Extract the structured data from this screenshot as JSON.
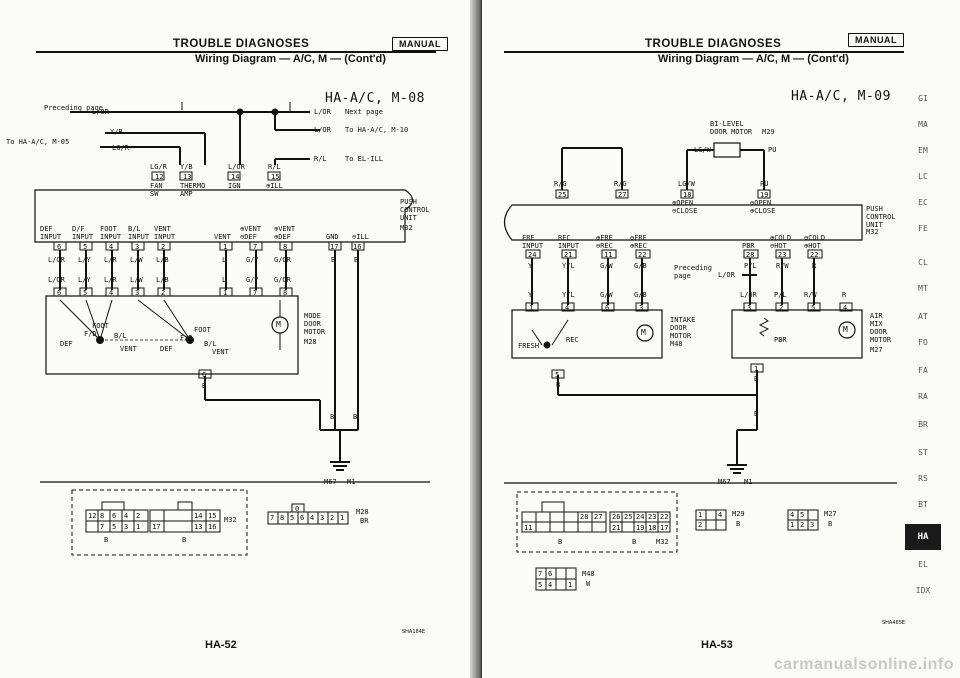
{
  "left": {
    "header": {
      "title": "TROUBLE DIAGNOSES",
      "badge": "MANUAL",
      "subtitle": "Wiring Diagram — A/C, M — (Cont'd)"
    },
    "diagram_id": "HA-A/C, M-08",
    "notes": {
      "preceding": "Preceding page",
      "to_ha05": "To HA-A/C, M-05",
      "next_page": "Next page",
      "to_ha10": "To HA-A/C, M-10",
      "to_ill": "To EL-ILL"
    },
    "wires_top": [
      "L/OR",
      "Y/B",
      "LG/R",
      "L/OR",
      "R/L"
    ],
    "terminals_top": [
      {
        "pin": "12",
        "label": "FAN\nSW"
      },
      {
        "pin": "13",
        "label": "THERMO\nAMP"
      },
      {
        "pin": "14",
        "label": "IGN"
      },
      {
        "pin": "15",
        "label": "⊕ILL"
      }
    ],
    "unit_name": "PUSH\nCONTROL\nUNIT",
    "unit_code": "M32",
    "inputs": [
      {
        "label": "DEF\nINPUT",
        "pin": "6",
        "wire": "L/OR"
      },
      {
        "label": "D/F\nINPUT",
        "pin": "5",
        "wire": "L/Y"
      },
      {
        "label": "FOOT\nINPUT",
        "pin": "4",
        "wire": "L/R"
      },
      {
        "label": "B/L\nINPUT",
        "pin": "3",
        "wire": "L/W"
      },
      {
        "label": "VENT\nINPUT",
        "pin": "2",
        "wire": "L/B"
      }
    ],
    "outputs": [
      {
        "label": "VENT",
        "pin": "1",
        "wire": "L"
      },
      {
        "label": "⊕VENT\n⊖DEF",
        "pin": "7",
        "wire": "G/Y"
      },
      {
        "label": "⊕VENT\n⊕DEF",
        "pin": "8",
        "wire": "G/OR"
      },
      {
        "label": "GND",
        "pin": "17",
        "wire": "B"
      },
      {
        "label": "⊖ILL",
        "pin": "16",
        "wire": "B"
      }
    ],
    "motor_labels": [
      "FOOT",
      "F/D",
      "B/L",
      "DEF",
      "VENT",
      "DEF",
      "FOOT",
      "F/D",
      "B/L",
      "VENT"
    ],
    "motor_name": "MODE\nDOOR\nMOTOR",
    "motor_code": "M28",
    "ground_codes": [
      "M67",
      "M1"
    ],
    "wire_B": "B",
    "connectors": {
      "c1_pins": [
        "12",
        "8",
        "6",
        "4",
        "2",
        "7",
        "5",
        "3",
        "1"
      ],
      "c2_pins": [
        "17",
        "13",
        "14",
        "15",
        "16"
      ],
      "c2_code": "M32",
      "c3_pins": [
        "7",
        "8",
        "5",
        "6",
        "4",
        "3",
        "2",
        "1",
        "0"
      ],
      "c3_code": "M28",
      "c3_color": "BR",
      "c_b1": "B",
      "c_b2": "B"
    },
    "page_number": "HA-52",
    "image_code": "SHA184E"
  },
  "right": {
    "header": {
      "title": "TROUBLE DIAGNOSES",
      "badge": "MANUAL",
      "subtitle": "Wiring Diagram — A/C, M — (Cont'd)"
    },
    "diagram_id": "HA-A/C, M-09",
    "bilevel": "BI-LEVEL\nDOOR MOTOR",
    "bilevel_code": "M29",
    "bilevel_wires": [
      "LG/W",
      "PU"
    ],
    "wires_top": [
      "R/G",
      "R/G",
      "LG/W",
      "PU"
    ],
    "terminals_top": [
      {
        "pin": "25",
        "label": ""
      },
      {
        "pin": "27",
        "label": ""
      },
      {
        "pin": "18",
        "label": "⊕OPEN\n⊖CLOSE"
      },
      {
        "pin": "19",
        "label": "⊖OPEN\n⊕CLOSE"
      }
    ],
    "unit_name": "PUSH\nCONTROL\nUNIT",
    "unit_code": "M32",
    "inputs": [
      {
        "label": "FRE\nINPUT",
        "pin": "24",
        "wire": "Y"
      },
      {
        "label": "REC\nINPUT",
        "pin": "21",
        "wire": "Y/L"
      },
      {
        "label": "⊕FRE\n⊖REC",
        "pin": "11",
        "wire": "G/W"
      },
      {
        "label": "⊖FRE\n⊕REC",
        "pin": "22",
        "wire": "G/B"
      },
      {
        "label": "PBR",
        "pin": "28",
        "wire": "P/L"
      },
      {
        "label": "⊕COLD\n⊖HOT",
        "pin": "23",
        "wire": "R/W"
      },
      {
        "label": "⊖COLD\n⊕HOT",
        "pin": "22",
        "wire": "R"
      }
    ],
    "preceding": "Preceding\npage",
    "preceding_wire": "L/OR",
    "lower_wires": [
      "Y",
      "Y/L",
      "G/W",
      "G/B",
      "L/OR",
      "P/L",
      "R/W",
      "R"
    ],
    "lower_pins_left": [
      "1",
      "4",
      "6",
      "3"
    ],
    "lower_pins_right": [
      "3",
      "2",
      "5",
      "4"
    ],
    "intake_name": "INTAKE\nDOOR\nMOTOR",
    "intake_code": "M48",
    "intake_labels": [
      "FRESH",
      "REC"
    ],
    "airmix_name": "AIR\nMIX\nDOOR\nMOTOR",
    "airmix_code": "M27",
    "pbr": "PBR",
    "ground_pins": [
      "5",
      "1"
    ],
    "ground_codes": [
      "M67",
      "M1"
    ],
    "wire_B": "B",
    "connectors": {
      "c1_pins": [
        "11",
        "28",
        "27",
        "26",
        "25",
        "24",
        "23",
        "22",
        "21",
        "19",
        "18",
        "17"
      ],
      "c1_code": "M32",
      "c1_color": "B",
      "c2_pins": [
        "1",
        "2",
        "4"
      ],
      "c2_code": "M29",
      "c2_color": "B",
      "c3_pins": [
        "4",
        "5",
        "1",
        "2",
        "3"
      ],
      "c3_code": "M27",
      "c3_color": "B",
      "c4_pins": [
        "7",
        "6",
        "5",
        "4",
        "1"
      ],
      "c4_code": "M48",
      "c4_color": "W"
    },
    "page_number": "HA-53",
    "image_code": "SHA485E"
  },
  "side_tabs": [
    "GI",
    "MA",
    "EM",
    "LC",
    "EC",
    "FE",
    "CL",
    "MT",
    "AT",
    "FO",
    "FA",
    "RA",
    "BR",
    "ST",
    "RS",
    "BT",
    "HA",
    "EL",
    "IDX"
  ],
  "active_tab": "HA",
  "watermark": "carmanualsonline.info"
}
